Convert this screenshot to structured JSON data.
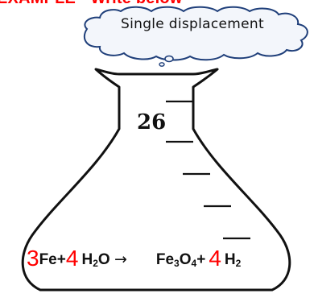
{
  "heading": "EXAMPLE  - Write below",
  "bubble_label": "Single displacement",
  "flask_label": "26",
  "equation": {
    "coef1": "3",
    "term1": "Fe",
    "plus1": "+",
    "coef2": "4",
    "term2_main": "H",
    "term2_sub": "2",
    "term2_tail": "O",
    "arrow": "→",
    "prod1_a": "Fe",
    "prod1_a_sub": "3",
    "prod1_b": "O",
    "prod1_b_sub": "4",
    "plus2": "+",
    "coef3": "4",
    "prod2_main": "H",
    "prod2_sub": "2"
  },
  "colors": {
    "heading": "#ff0000",
    "coefficients": "#ff0000",
    "cloud_outline": "#1f3f7a",
    "cloud_fill": "#f3f6fb",
    "flask_outline": "#111111"
  }
}
